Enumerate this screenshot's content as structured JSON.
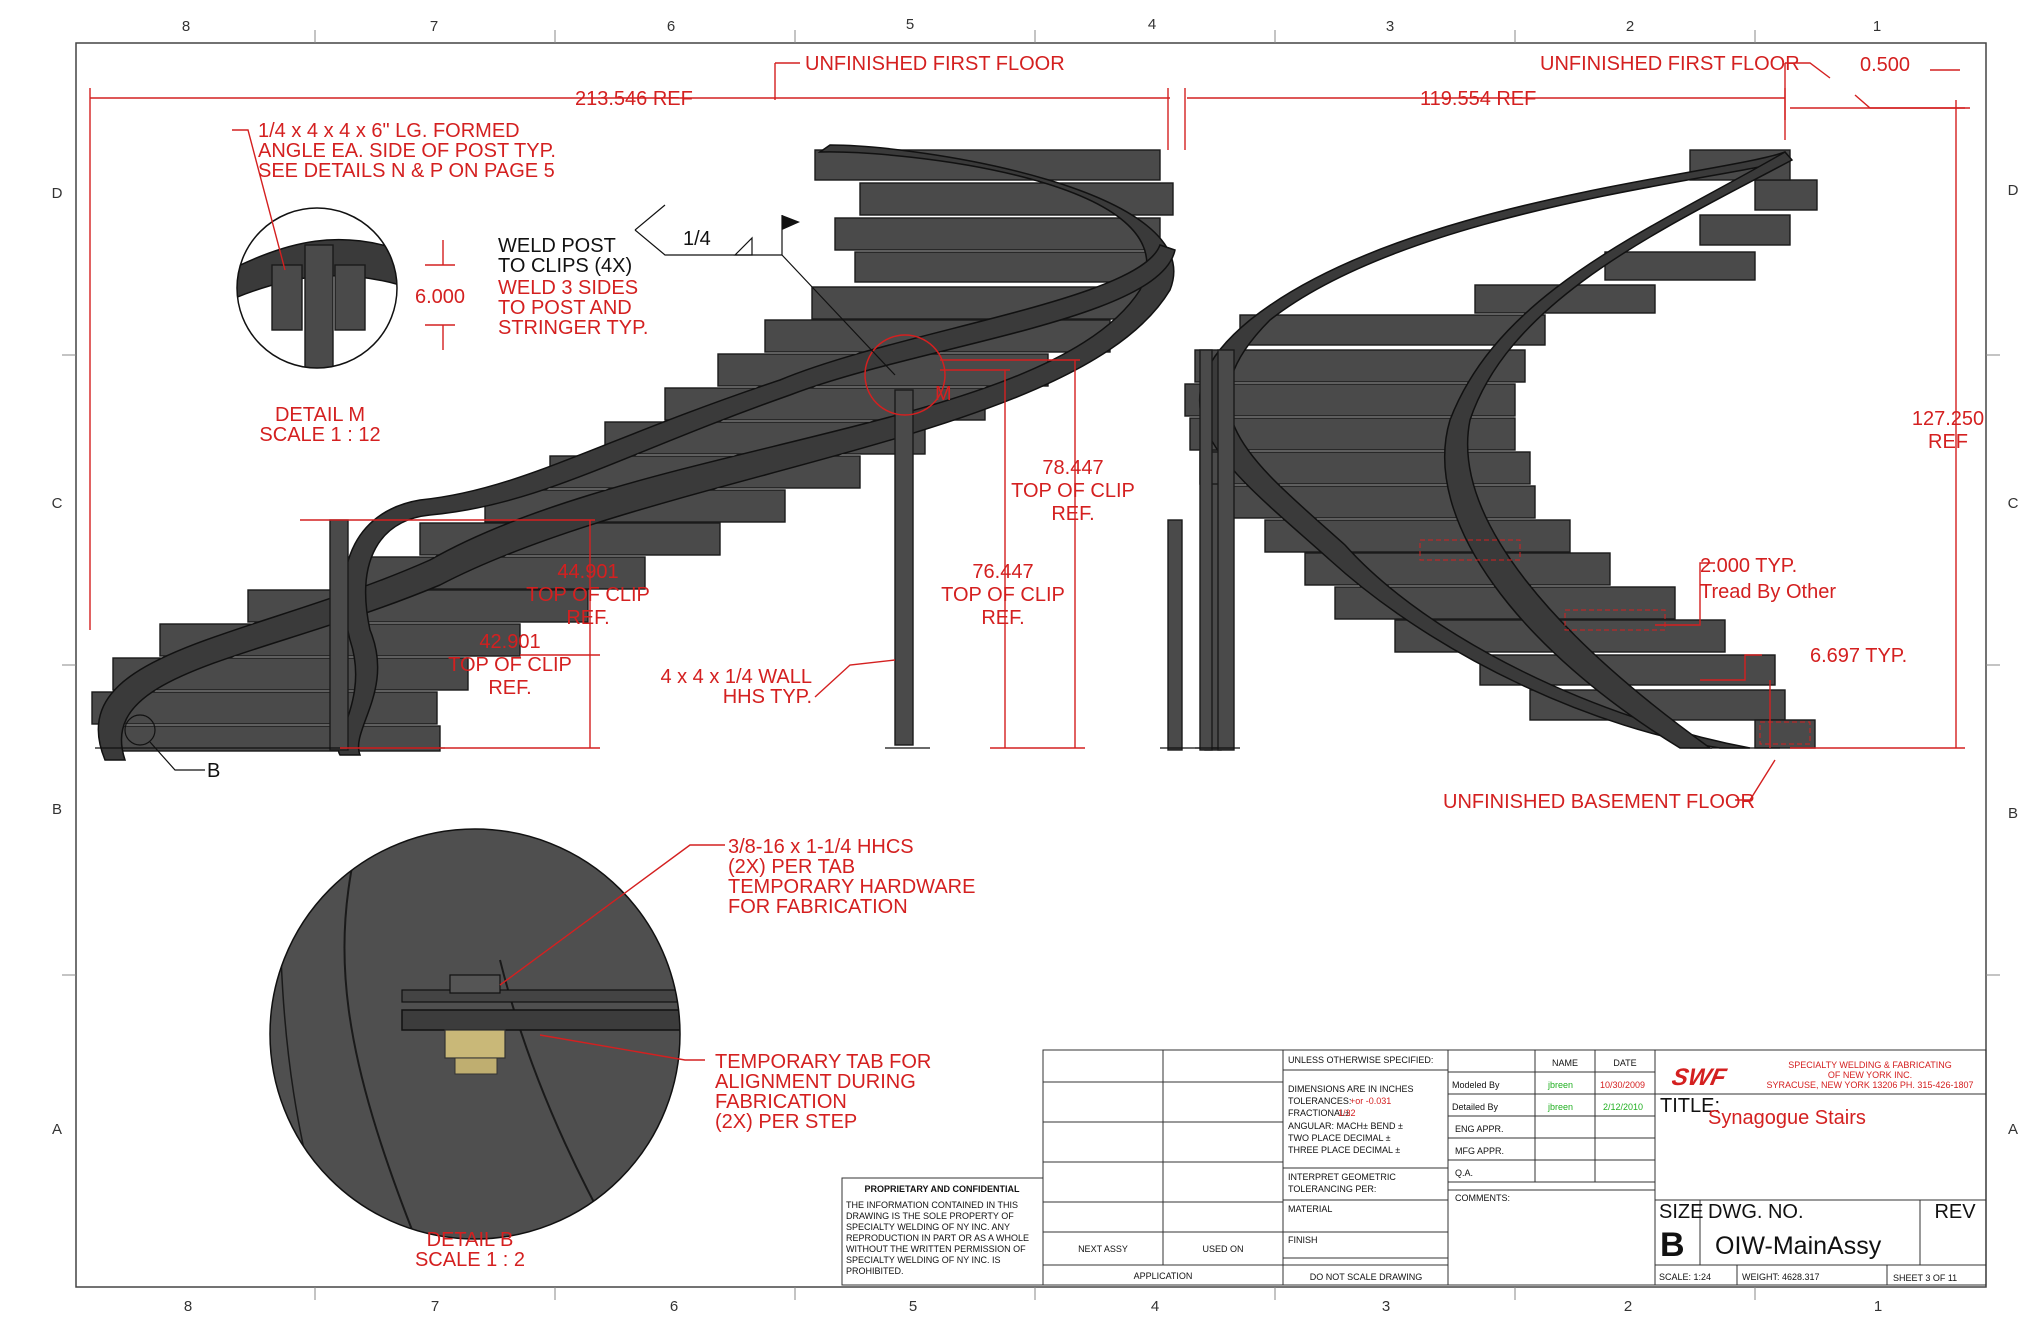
{
  "zones": {
    "cols": [
      "8",
      "7",
      "6",
      "5",
      "4",
      "3",
      "2",
      "1"
    ],
    "rows": [
      "D",
      "C",
      "B",
      "A"
    ]
  },
  "left_view": {
    "floor_label": "UNFINISHED FIRST FLOOR",
    "width_ref": "213.546 REF",
    "angle_note": [
      "1/4 x 4 x 4 x 6\" LG. FORMED",
      "ANGLE EA. SIDE OF POST TYP.",
      "SEE DETAILS N & P ON PAGE 5"
    ],
    "detail_m_dim": "6.000",
    "detail_m_title": [
      "DETAIL M",
      "SCALE 1 : 12"
    ],
    "weld_symbol": "1/4",
    "weld_note_black": [
      "WELD POST",
      "TO CLIPS (4X)"
    ],
    "weld_note_red": [
      "WELD 3 SIDES",
      "TO POST AND",
      "STRINGER TYP."
    ],
    "dim_44": [
      "44.901",
      "TOP OF CLIP",
      "REF."
    ],
    "dim_42": [
      "42.901",
      "TOP OF CLIP",
      "REF."
    ],
    "dim_78": [
      "78.447",
      "TOP OF CLIP",
      "REF."
    ],
    "dim_76": [
      "76.447",
      "TOP OF CLIP",
      "REF."
    ],
    "wall_note": [
      "4 x 4 x 1/4 WALL",
      "HHS TYP."
    ],
    "callout_m": "M",
    "callout_b": "B"
  },
  "right_view": {
    "floor_label": "UNFINISHED FIRST FLOOR",
    "offset": "0.500",
    "width_ref": "119.554 REF",
    "height_ref": [
      "127.250",
      "REF"
    ],
    "tread_note": [
      "2.000 TYP.",
      "Tread By Other"
    ],
    "riser": "6.697 TYP.",
    "basement_label": "UNFINISHED BASEMENT FLOOR"
  },
  "detail_b": {
    "hardware_note": [
      "3/8-16 x 1-1/4 HHCS",
      "(2X) PER TAB",
      "TEMPORARY HARDWARE",
      "FOR FABRICATION"
    ],
    "tab_note": [
      "TEMPORARY TAB FOR",
      "ALIGNMENT DURING",
      "FABRICATION",
      "(2X) PER STEP"
    ],
    "title": [
      "DETAIL B",
      "SCALE 1 : 2"
    ]
  },
  "title_block": {
    "proprietary_title": "PROPRIETARY AND CONFIDENTIAL",
    "proprietary_text": [
      "THE INFORMATION CONTAINED IN THIS",
      "DRAWING IS THE SOLE PROPERTY OF",
      "SPECIALTY WELDING OF NY INC. ANY",
      "REPRODUCTION IN PART OR AS A WHOLE",
      "WITHOUT THE WRITTEN PERMISSION OF",
      "SPECIALTY WELDING OF NY INC. IS",
      "PROHIBITED."
    ],
    "next_assy": "NEXT ASSY",
    "used_on": "USED ON",
    "application": "APPLICATION",
    "unless": "UNLESS OTHERWISE SPECIFIED:",
    "dims_note": [
      "DIMENSIONS ARE IN INCHES",
      "TOLERANCES:",
      "FRACTIONAL±",
      "ANGULAR: MACH±    BEND ±",
      "TWO PLACE DECIMAL   ±",
      "THREE PLACE DECIMAL  ±"
    ],
    "tol_value": "+or -0.031",
    "frac_value": "1/32",
    "interpret": [
      "INTERPRET GEOMETRIC",
      "TOLERANCING PER:"
    ],
    "material": "MATERIAL",
    "finish": "FINISH",
    "do_not_scale": "DO NOT SCALE DRAWING",
    "name_hdr": "NAME",
    "date_hdr": "DATE",
    "modeled_by": "Modeled By",
    "detailed_by": "Detailed By",
    "eng_appr": "ENG APPR.",
    "mfg_appr": "MFG APPR.",
    "qa": "Q.A.",
    "comments": "COMMENTS:",
    "modeler": "jbreen",
    "modeled_date": "10/30/2009",
    "detailer": "jbreen",
    "detailed_date": "2/12/2010",
    "company_logo": "SWF",
    "company": [
      "SPECIALTY WELDING & FABRICATING",
      "OF NEW YORK INC."
    ],
    "company_addr": "SYRACUSE, NEW YORK 13206 PH. 315-426-1807",
    "title_label": "TITLE:",
    "title_value": "Synagogue Stairs",
    "size_label": "SIZE",
    "size_value": "B",
    "dwg_label": "DWG.  NO.",
    "dwg_value": "OIW-MainAssy",
    "rev_label": "REV",
    "scale": "SCALE: 1:24",
    "weight": "WEIGHT: 4628.317",
    "sheet": "SHEET 3 OF 11"
  },
  "colors": {
    "annotation": "#d42020",
    "steel": "#4a4a4a",
    "line": "#111111",
    "ok_green": "#22b022"
  }
}
